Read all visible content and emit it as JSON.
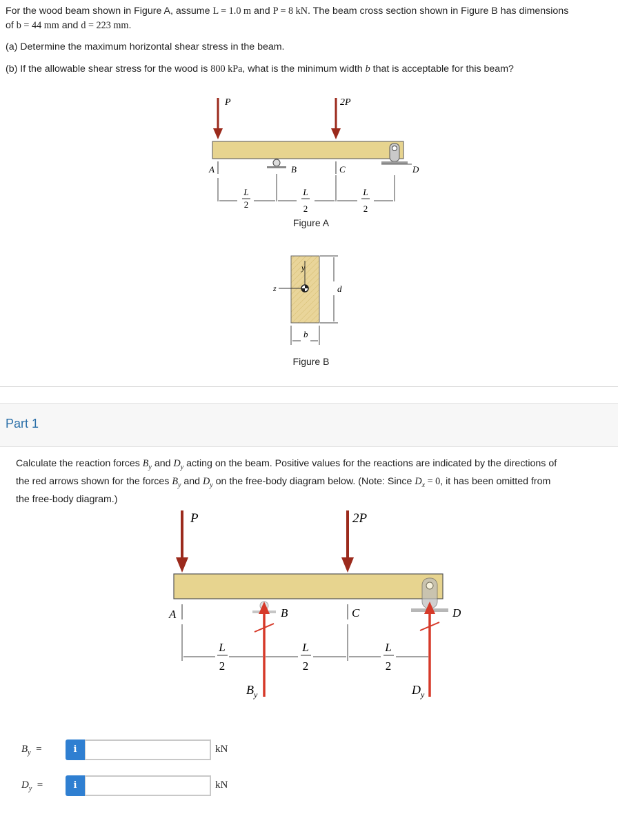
{
  "problem": {
    "line1_a": "For the wood beam shown in Figure A, assume ",
    "line1_L": "L = 1.0 m",
    "line1_and": " and ",
    "line1_P": "P = 8 kN",
    "line1_b": ". The beam cross section shown in Figure B has dimensions",
    "line2_of": "of ",
    "line2_b": "b = 44 mm",
    "line2_and": " and ",
    "line2_d": "d = 223 mm",
    "line2_end": ".",
    "part_a": "(a) Determine the maximum horizontal shear stress in the beam.",
    "part_b_1": "(b) If the allowable shear stress for the wood is ",
    "part_b_val": "800 kPa",
    "part_b_2": ", what is the minimum width ",
    "part_b_var": "b",
    "part_b_3": " that is acceptable for this beam?"
  },
  "figureA": {
    "load1": "P",
    "load2": "2P",
    "pA": "A",
    "pB": "B",
    "pC": "C",
    "pD": "D",
    "span_num": "L",
    "span_den": "2",
    "caption": "Figure A"
  },
  "figureB": {
    "y": "y",
    "z": "z",
    "d": "d",
    "b": "b",
    "caption": "Figure B"
  },
  "part": {
    "title": "Part 1"
  },
  "instructions": {
    "t1": "Calculate the reaction forces ",
    "By": "B",
    "By_sub": "y",
    "t2": " and ",
    "Dy": "D",
    "Dy_sub": "y",
    "t3": " acting on the beam. Positive values for the reactions are indicated by the directions of",
    "t4": "the red arrows shown for the forces ",
    "t5": " and ",
    "t6": " on the free-body diagram below. (Note: Since ",
    "Dx": "D",
    "Dx_sub": "x",
    "Dx_eq": " = 0",
    "t7": ", it has been omitted from",
    "t8": "the free-body diagram.)"
  },
  "fbd": {
    "load1": "P",
    "load2": "2P",
    "pA": "A",
    "pB": "B",
    "pC": "C",
    "pD": "D",
    "span_num": "L",
    "span_den": "2",
    "By": "B",
    "By_sub": "y",
    "Dy": "D",
    "Dy_sub": "y"
  },
  "answers": [
    {
      "var": "B",
      "sub": "y",
      "eq": "=",
      "info": "i",
      "value": "",
      "unit": "kN"
    },
    {
      "var": "D",
      "sub": "y",
      "eq": "=",
      "info": "i",
      "value": "",
      "unit": "kN"
    }
  ],
  "colors": {
    "beam": "#e7d48f",
    "load_arrow": "#9b2a1c",
    "reaction_arrow": "#d63a2a",
    "part_title": "#2a6fa8",
    "info_button": "#2f7fd1"
  }
}
